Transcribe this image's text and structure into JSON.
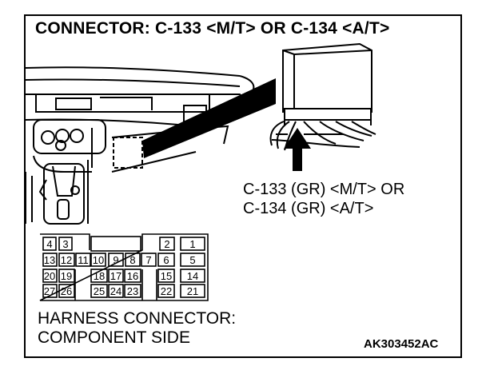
{
  "title": "CONNECTOR: C-133 <M/T> OR C-134 <A/T>",
  "callout": {
    "line1": "C-133 (GR) <M/T> OR",
    "line2": "C-134 (GR) <A/T>"
  },
  "caption": {
    "line1": "HARNESS CONNECTOR:",
    "line2": "COMPONENT SIDE"
  },
  "figure_code": "AK303452AC",
  "connector_pins": {
    "row1": [
      "4",
      "3",
      "",
      "2",
      "1"
    ],
    "row2": [
      "13",
      "12",
      "11",
      "10",
      "9",
      "8",
      "7",
      "6",
      "5"
    ],
    "row3": [
      "20",
      "19",
      "18",
      "17",
      "16",
      "15",
      "14"
    ],
    "row4": [
      "27",
      "26",
      "25",
      "24",
      "23",
      "22",
      "21"
    ]
  }
}
